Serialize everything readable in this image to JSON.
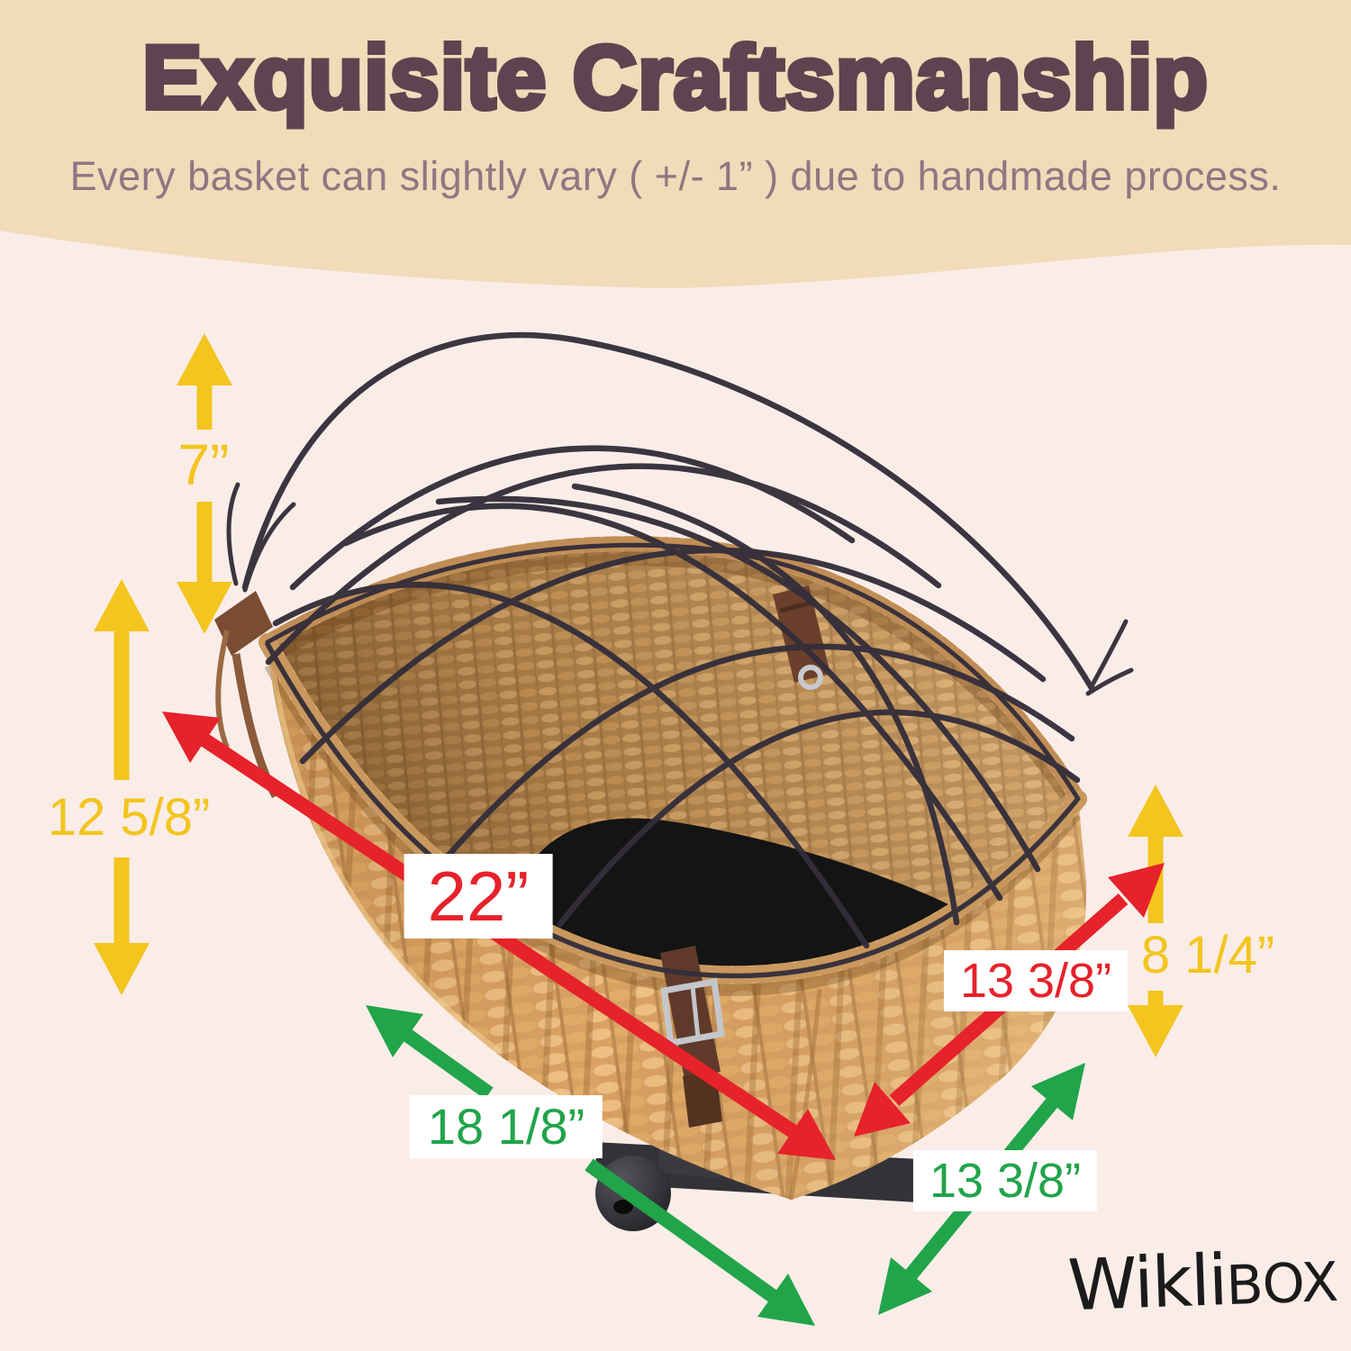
{
  "header": {
    "title": "Exquisite Craftsmanship",
    "subtitle": "Every basket can slightly vary ( +/- 1” ) due to handmade process."
  },
  "measurements": {
    "cage_height": "7”",
    "total_height": "12 5/8”",
    "top_length": "22”",
    "top_width": "13 3/8”",
    "basket_height": "8 1/4”",
    "bottom_length": "18 1/8”",
    "bottom_width": "13 3/8”"
  },
  "brand": {
    "logo_prefix": "Wikli",
    "logo_suffix": "BOX"
  },
  "colors": {
    "page_bg": "#FAEDE8",
    "header_bg": "#F2DBB9",
    "title": "#5E4450",
    "subtitle": "#8F7782",
    "yellow": "#F3C51E",
    "red": "#E6222A",
    "green": "#21A44A",
    "label_box": "#FFFFFF",
    "cage_wire": "#342E3A",
    "cushion": "#141414",
    "wicker_light": "#EEC084",
    "wicker_mid": "#D9A263",
    "wicker_dark": "#A97A44",
    "logo": "#1B1B1B"
  }
}
